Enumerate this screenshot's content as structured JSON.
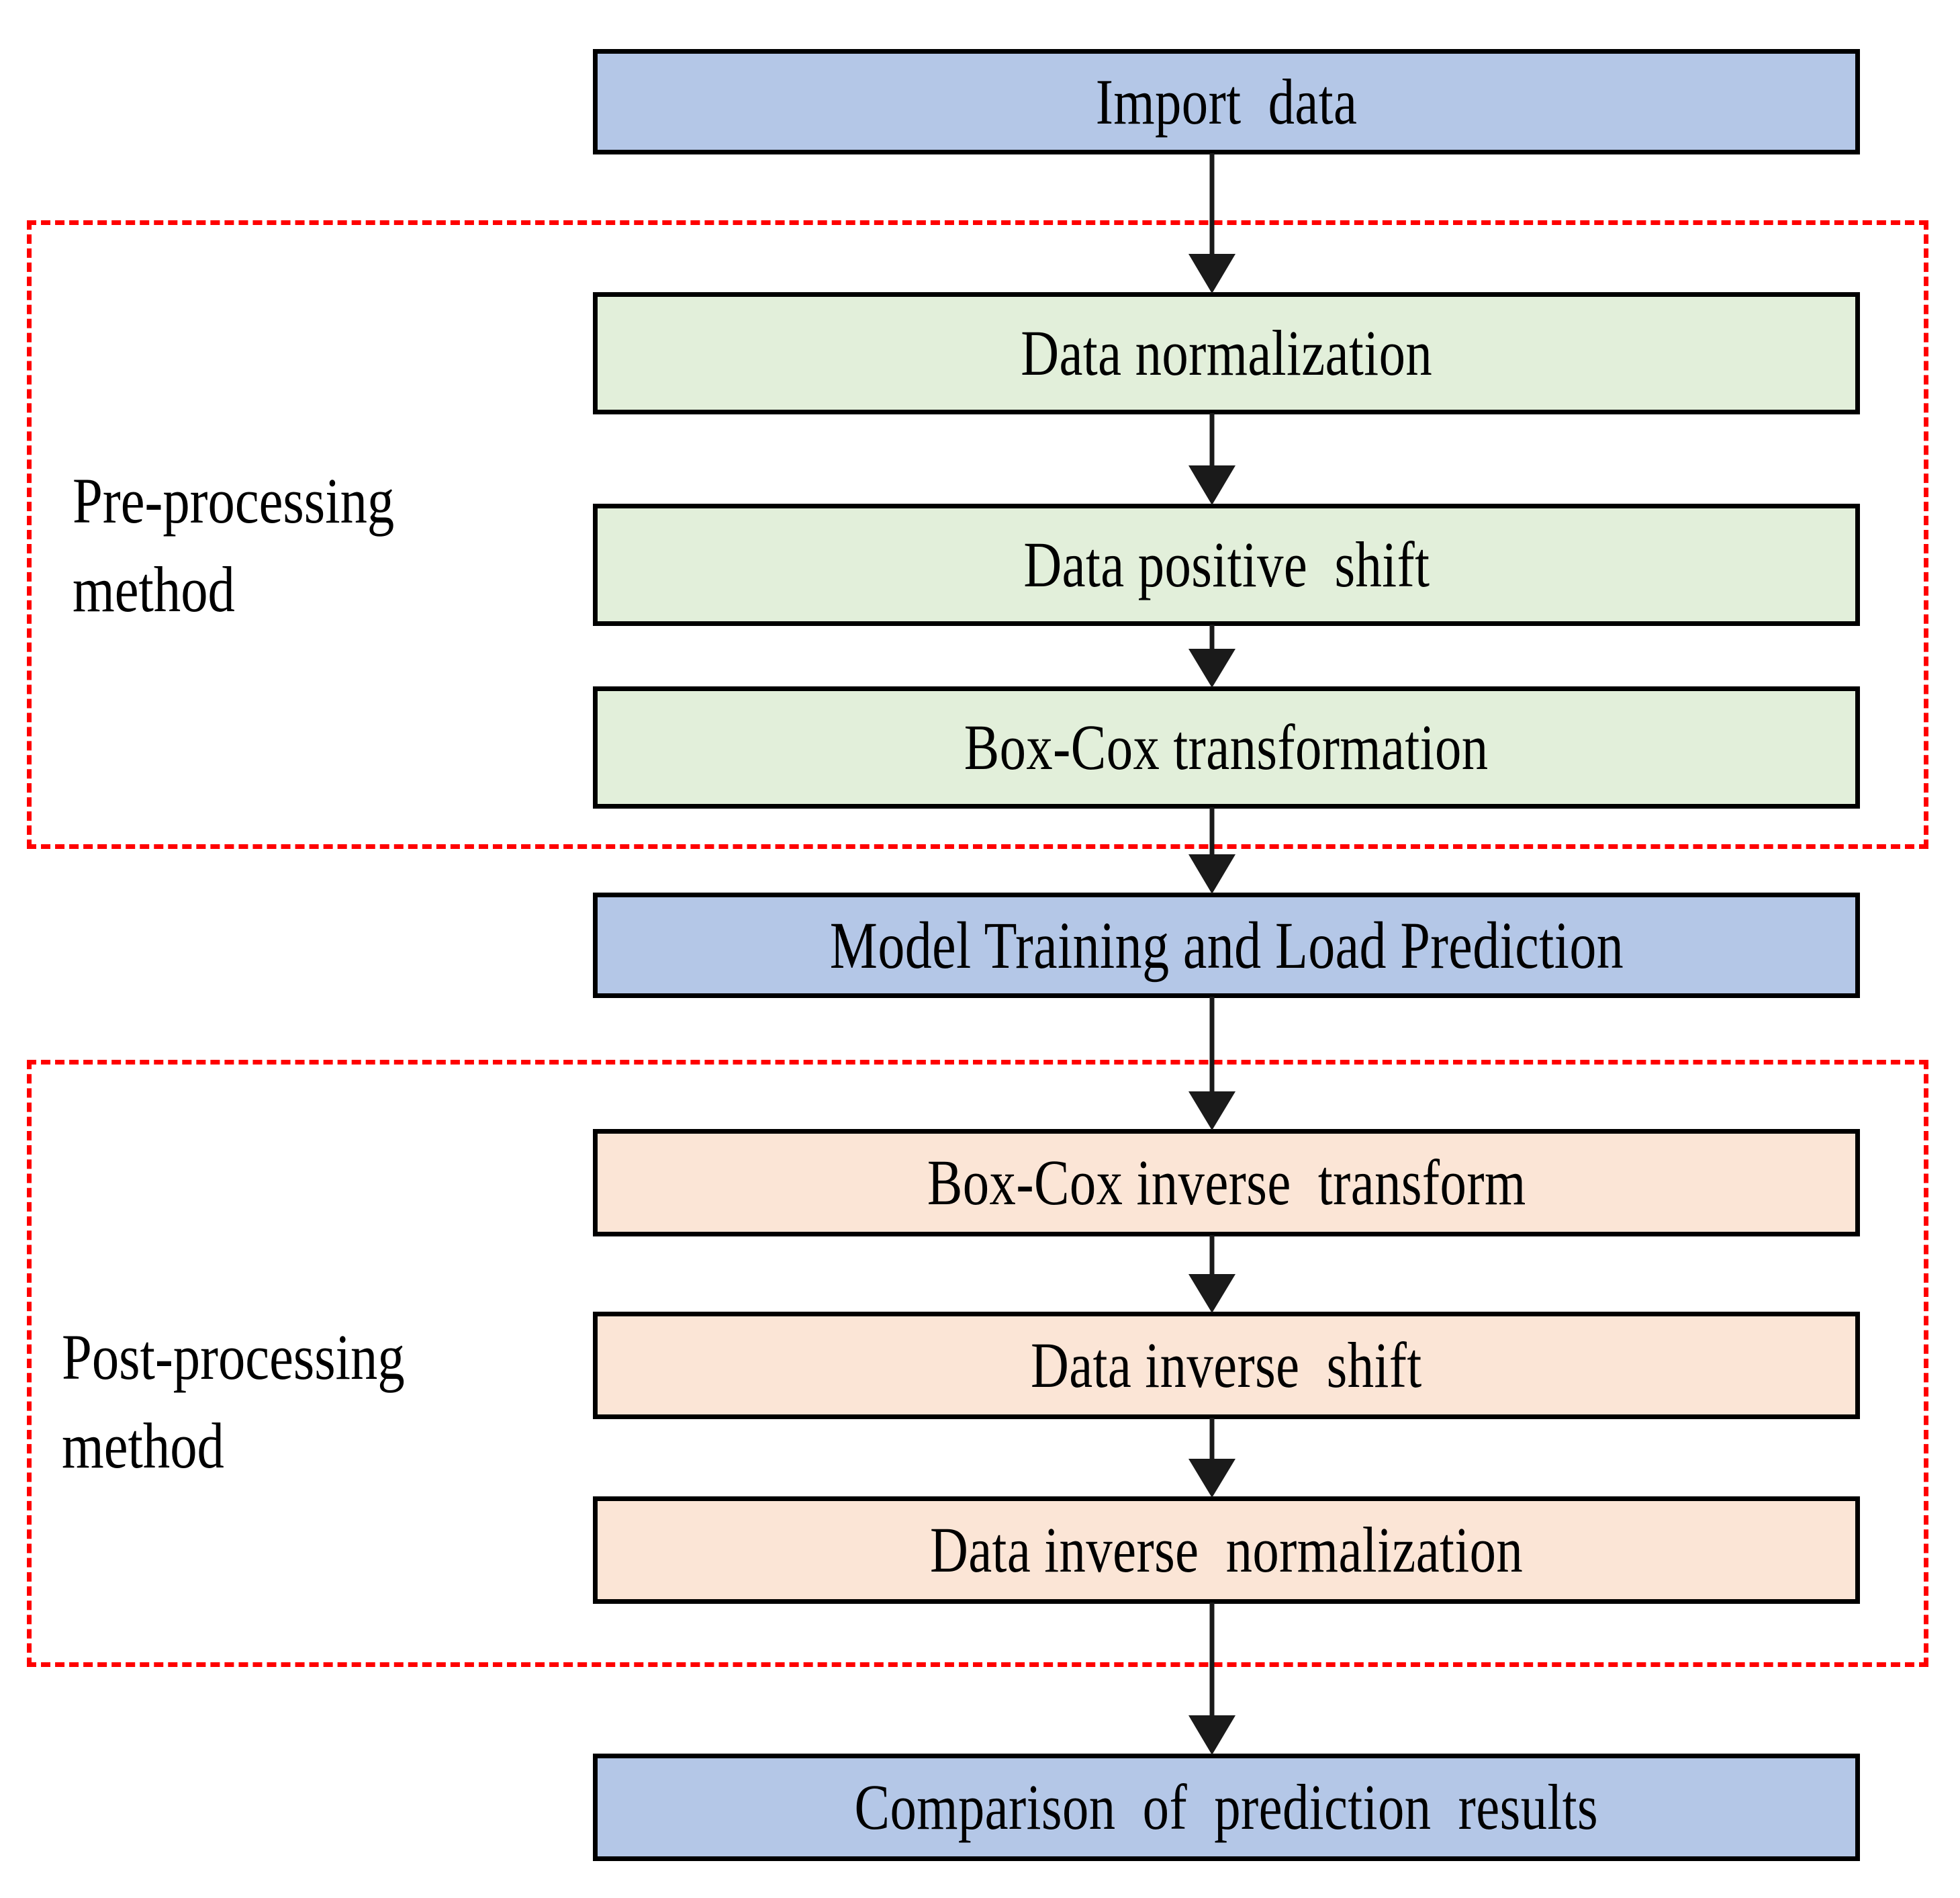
{
  "diagram": {
    "title": "Data pre-processing and post-processing flowchart",
    "colors": {
      "blue_fill": "#b4c7e7",
      "green_fill": "#e2efda",
      "peach_fill": "#fbe5d6",
      "node_border": "#000000",
      "group_border": "#ff0000",
      "arrow": "#1a1a1a",
      "background": "#ffffff"
    },
    "groups": [
      {
        "id": "pre",
        "label": "Pre-processing\nmethod"
      },
      {
        "id": "post",
        "label": "Post-processing\nmethod"
      }
    ],
    "nodes": [
      {
        "id": "import",
        "label": "Import  data",
        "fill": "blue"
      },
      {
        "id": "normalize",
        "label": "Data normalization",
        "fill": "green"
      },
      {
        "id": "posshift",
        "label": "Data positive  shift",
        "fill": "green"
      },
      {
        "id": "boxcox",
        "label": "Box-Cox transformation",
        "fill": "green"
      },
      {
        "id": "model",
        "label": "Model Training and Load Prediction",
        "fill": "blue"
      },
      {
        "id": "invboxcox",
        "label": "Box-Cox inverse  transform",
        "fill": "peach"
      },
      {
        "id": "invshift",
        "label": "Data inverse  shift",
        "fill": "peach"
      },
      {
        "id": "invnorm",
        "label": "Data inverse  normalization",
        "fill": "peach"
      },
      {
        "id": "compare",
        "label": "Comparison  of  prediction  results",
        "fill": "blue"
      }
    ],
    "edges": [
      {
        "from": "import",
        "to": "normalize"
      },
      {
        "from": "normalize",
        "to": "posshift"
      },
      {
        "from": "posshift",
        "to": "boxcox"
      },
      {
        "from": "boxcox",
        "to": "model"
      },
      {
        "from": "model",
        "to": "invboxcox"
      },
      {
        "from": "invboxcox",
        "to": "invshift"
      },
      {
        "from": "invshift",
        "to": "invnorm"
      },
      {
        "from": "invnorm",
        "to": "compare"
      }
    ]
  }
}
